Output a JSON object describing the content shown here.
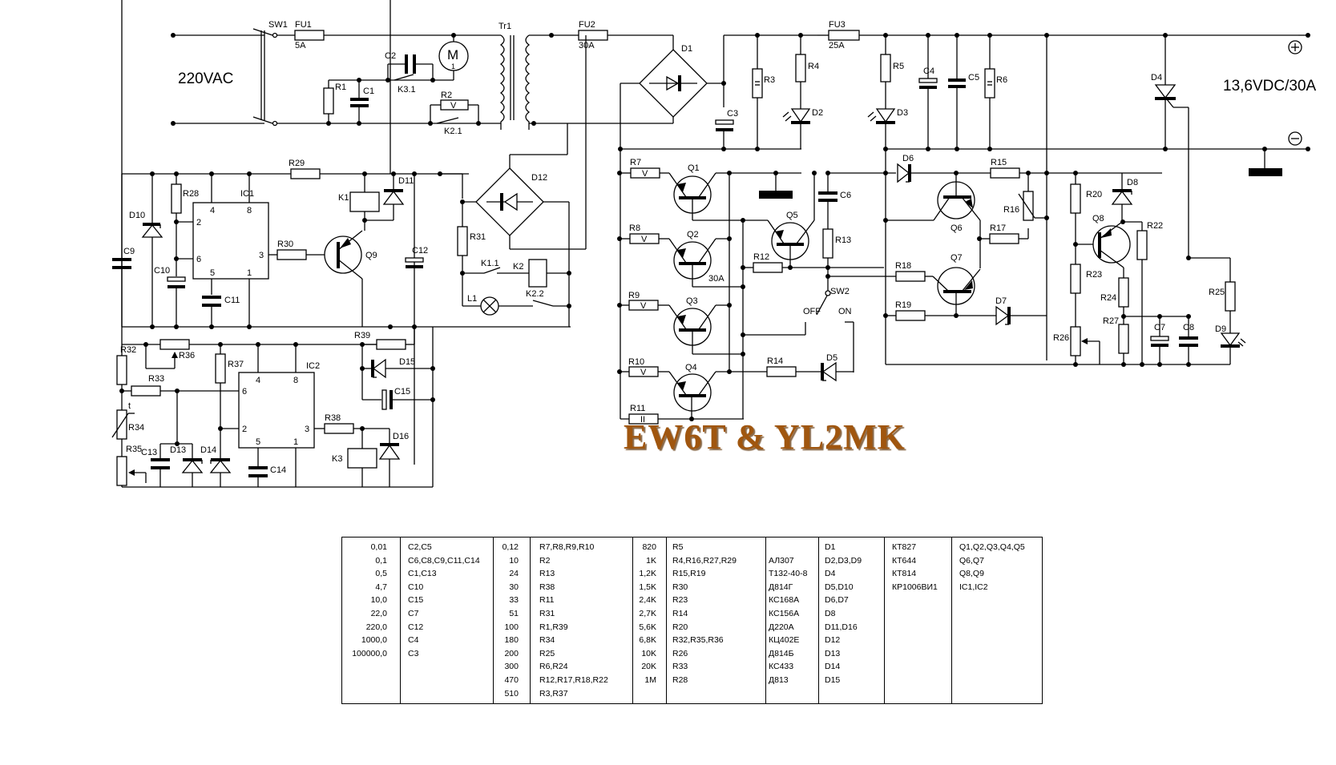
{
  "title": "13,6V/30A power supply schematic",
  "input_label": "220VAC",
  "output_label": "13,6VDC/30A",
  "output_terminals": {
    "plus": "+",
    "minus": "−"
  },
  "credit": "EW6T & YL2MK",
  "colors": {
    "credit": "#a0560f",
    "ink": "#000000",
    "background": "#ffffff"
  },
  "labels": {
    "SW1": "SW1",
    "FU1": "FU1",
    "FU1_rating": "5A",
    "FU2": "FU2",
    "FU2_rating": "30A",
    "FU3": "FU3",
    "FU3_rating": "25A",
    "Tr1": "Tr1",
    "M": "M",
    "M_phase": "1",
    "C1": "C1",
    "C2": "C2",
    "C3": "C3",
    "C4": "C4",
    "C5": "C5",
    "C6": "C6",
    "C7": "C7",
    "C8": "C8",
    "C9": "C9",
    "C10": "C10",
    "C11": "C11",
    "C12": "C12",
    "C13": "C13",
    "C14": "C14",
    "C15": "C15",
    "R1": "R1",
    "R2": "R2",
    "R3": "R3",
    "R4": "R4",
    "R5": "R5",
    "R6": "R6",
    "R7": "R7",
    "R8": "R8",
    "R9": "R9",
    "R10": "R10",
    "R11": "R11",
    "R12": "R12",
    "R13": "R13",
    "R14": "R14",
    "R15": "R15",
    "R16": "R16",
    "R17": "R17",
    "R18": "R18",
    "R19": "R19",
    "R20": "R20",
    "R22": "R22",
    "R23": "R23",
    "R24": "R24",
    "R25": "R25",
    "R26": "R26",
    "R27": "R27",
    "R28": "R28",
    "R29": "R29",
    "R30": "R30",
    "R31": "R31",
    "R32": "R32",
    "R33": "R33",
    "R34": "R34",
    "R34_t": "t",
    "R35": "R35",
    "R36": "R36",
    "R37": "R37",
    "R38": "R38",
    "R39": "R39",
    "D1": "D1",
    "D2": "D2",
    "D3": "D3",
    "D4": "D4",
    "D5": "D5",
    "D6": "D6",
    "D7": "D7",
    "D8": "D8",
    "D9": "D9",
    "D10": "D10",
    "D11": "D11",
    "D12": "D12",
    "D13": "D13",
    "D14": "D14",
    "D15": "D15",
    "D16": "D16",
    "Q1": "Q1",
    "Q2": "Q2",
    "Q3": "Q3",
    "Q4": "Q4",
    "Q5": "Q5",
    "Q6": "Q6",
    "Q7": "Q7",
    "Q8": "Q8",
    "Q9": "Q9",
    "Q2_note": "30A",
    "IC1": "IC1",
    "IC2": "IC2",
    "K1": "K1",
    "K2": "K2",
    "K3": "K3",
    "K1_1": "K1.1",
    "K2_1": "K2.1",
    "K2_2": "K2.2",
    "K3_1": "K3.1",
    "L1": "L1",
    "SW2": "SW2",
    "SW2_off": "OFF",
    "SW2_on": "ON",
    "res_v": "V",
    "res_ii": "II",
    "ic_pins": {
      "p4": "4",
      "p8": "8",
      "p2": "2",
      "p6": "6",
      "p3": "3",
      "p5": "5",
      "p1": "1"
    }
  },
  "bom": {
    "capacitors": [
      {
        "value": "0,01",
        "parts": "C2,C5"
      },
      {
        "value": "0,1",
        "parts": "C6,C8,C9,C11,C14"
      },
      {
        "value": "0,5",
        "parts": "C1,C13"
      },
      {
        "value": "4,7",
        "parts": "C10"
      },
      {
        "value": "10,0",
        "parts": "C15"
      },
      {
        "value": "22,0",
        "parts": "C7"
      },
      {
        "value": "220,0",
        "parts": "C12"
      },
      {
        "value": "1000,0",
        "parts": "C4"
      },
      {
        "value": "100000,0",
        "parts": "C3"
      }
    ],
    "resistors_low": [
      {
        "value": "0,12",
        "parts": "R7,R8,R9,R10"
      },
      {
        "value": "10",
        "parts": "R2"
      },
      {
        "value": "24",
        "parts": "R13"
      },
      {
        "value": "30",
        "parts": "R38"
      },
      {
        "value": "33",
        "parts": "R11"
      },
      {
        "value": "51",
        "parts": "R31"
      },
      {
        "value": "100",
        "parts": "R1,R39"
      },
      {
        "value": "180",
        "parts": "R34"
      },
      {
        "value": "200",
        "parts": "R25"
      },
      {
        "value": "300",
        "parts": "R6,R24"
      },
      {
        "value": "470",
        "parts": "R12,R17,R18,R22"
      },
      {
        "value": "510",
        "parts": "R3,R37"
      }
    ],
    "resistors_high": [
      {
        "value": "820",
        "parts": "R5"
      },
      {
        "value": "1K",
        "parts": "R4,R16,R27,R29"
      },
      {
        "value": "1,2K",
        "parts": "R15,R19"
      },
      {
        "value": "1,5K",
        "parts": "R30"
      },
      {
        "value": "2,4K",
        "parts": "R23"
      },
      {
        "value": "2,7K",
        "parts": "R14"
      },
      {
        "value": "5,6K",
        "parts": "R20"
      },
      {
        "value": "6,8K",
        "parts": "R32,R35,R36"
      },
      {
        "value": "10K",
        "parts": "R26"
      },
      {
        "value": "20K",
        "parts": "R33"
      },
      {
        "value": "1M",
        "parts": "R28"
      }
    ],
    "diodes": [
      {
        "type": "",
        "parts": "D1"
      },
      {
        "type": "АЛ307",
        "parts": "D2,D3,D9"
      },
      {
        "type": "Т132-40-8",
        "parts": "D4"
      },
      {
        "type": "Д814Г",
        "parts": "D5,D10"
      },
      {
        "type": "КС168А",
        "parts": "D6,D7"
      },
      {
        "type": "КС156А",
        "parts": "D8"
      },
      {
        "type": "Д220А",
        "parts": "D11,D16"
      },
      {
        "type": "КЦ402Е",
        "parts": "D12"
      },
      {
        "type": "Д814Б",
        "parts": "D13"
      },
      {
        "type": "КС433",
        "parts": "D14"
      },
      {
        "type": "Д813",
        "parts": "D15"
      }
    ],
    "semis": [
      {
        "type": "КТ827",
        "parts": "Q1,Q2,Q3,Q4,Q5"
      },
      {
        "type": "КТ644",
        "parts": "Q6,Q7"
      },
      {
        "type": "КТ814",
        "parts": "Q8,Q9"
      },
      {
        "type": "КР1006ВИ1",
        "parts": "IC1,IC2"
      }
    ]
  }
}
